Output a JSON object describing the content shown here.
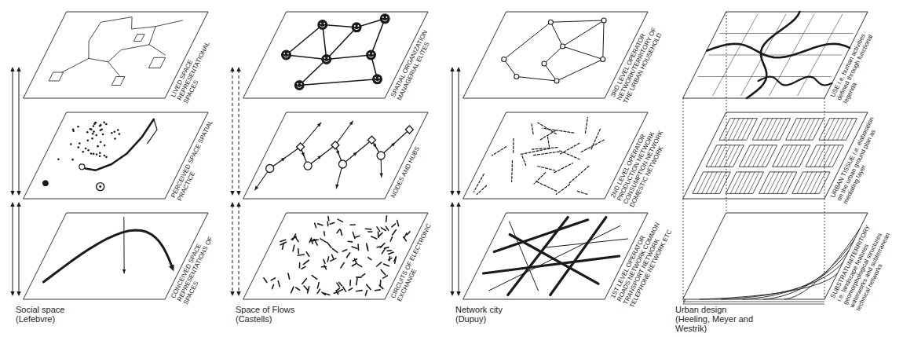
{
  "diagram": {
    "labels": [
      "LIVED SPACE REPRESENTATIONAL SPACES",
      "PERCEIVED SPACE SPATIAL PRACTICE",
      "CONCEIVED SPACE REPRESENTATIONS OF SPACES",
      "Social space (Lefebvre)",
      "SPATIAL ORGANIZATION MANAGERIAL ELITES",
      "NODES AND HUBS",
      "CIRCUITS OF ELECTRONIC EXCHANGE",
      "Space of Flows (Castells)",
      "3RD LEVEL OPERATOR NETWORK/TERRITORY OF THE URBAN HOUSEHOLD",
      "2ND LEVEL OPERATOR PRODUCTION NETWORK CONSUMPTION NETWORK DOMESTIC NETWORK",
      "1ST LEVEL OPERATOR ROADS NETWORK COMMON TRANSPORT NETWORK TELEPHONE NETWORK ETC",
      "Network city (Dupuy)",
      "USE i.e. human activities defined through functional legenda",
      "URBAN TISSUE i.e. elaboration on the urban ground plan as mediating layer",
      "SUBSTRATUM/TERRITORY i.e. landscape features geomorphological structures waterworks and subterranean technical networks",
      "Urban design (Heeling, Meyer and Westrik)"
    ]
  }
}
